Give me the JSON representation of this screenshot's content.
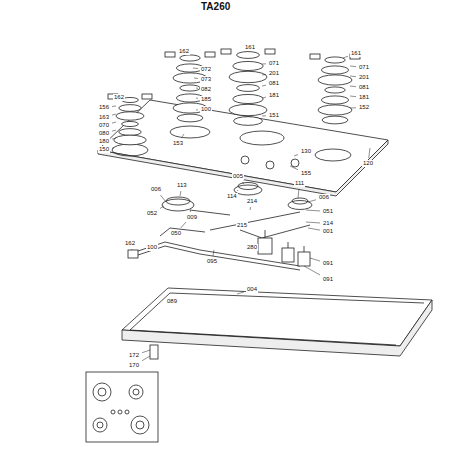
{
  "diagram": {
    "title": "TA260",
    "labels": [
      "162",
      "161",
      "161",
      "162",
      "072",
      "073",
      "082",
      "185",
      "100",
      "071",
      "201",
      "081",
      "181",
      "151",
      "071",
      "201",
      "081",
      "181",
      "152",
      "156",
      "163",
      "070",
      "080",
      "180",
      "150",
      "153",
      "130",
      "155",
      "120",
      "006",
      "113",
      "005",
      "114",
      "111",
      "006",
      "052",
      "009",
      "214",
      "051",
      "214",
      "215",
      "001",
      "050",
      "162",
      "100",
      "280",
      "095",
      "091",
      "091",
      "089",
      "004",
      "172",
      "170"
    ]
  }
}
